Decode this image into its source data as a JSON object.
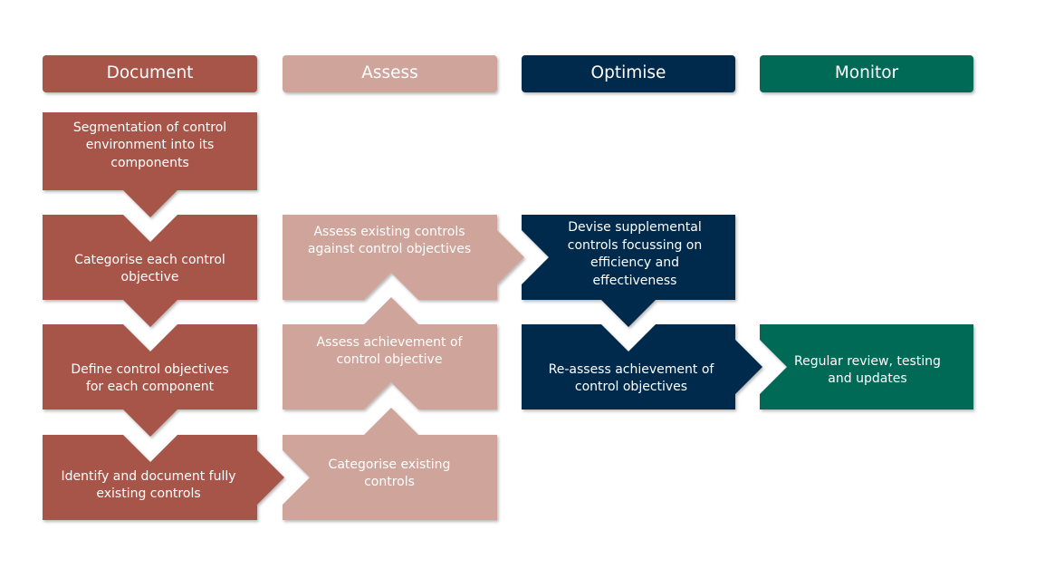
{
  "colors": {
    "document": "#a7544a",
    "assess": "#cfa49b",
    "optimise": "#03294b",
    "monitor": "#006b57"
  },
  "headers": {
    "document": "Document",
    "assess": "Assess",
    "optimise": "Optimise",
    "monitor": "Monitor"
  },
  "steps": {
    "doc_1": "Segmentation of control environment into its components",
    "doc_2": "Categorise each control objective",
    "doc_3": "Define control objectives for each component",
    "doc_4": "Identify and document fully existing controls",
    "assess_1": "Assess existing controls against control objectives",
    "assess_2": "Assess achievement of control objective",
    "assess_3": "Categorise existing controls",
    "opt_1": "Devise supplemental controls focussing on efficiency and effectiveness",
    "opt_2": "Re-assess achievement of control objectives",
    "mon_1": "Regular review, testing and updates"
  }
}
